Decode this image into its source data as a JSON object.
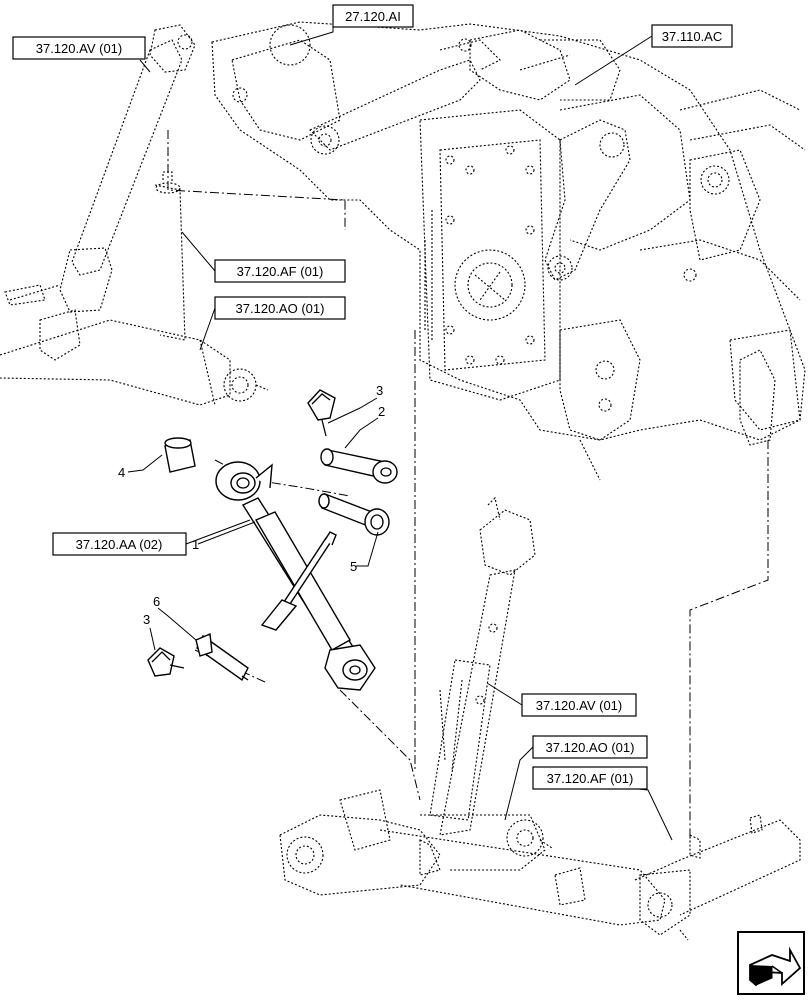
{
  "references": {
    "av_top": "37.120.AV (01)",
    "ai": "27.120.AI",
    "ac": "37.110.AC",
    "af_left": "37.120.AF (01)",
    "ao_left": "37.120.AO (01)",
    "aa": "37.120.AA (02)",
    "av_right": "37.120.AV (01)",
    "ao_right": "37.120.AO (01)",
    "af_right": "37.120.AF (01)"
  },
  "item_numbers": {
    "n1": "1",
    "n2": "2",
    "n3a": "3",
    "n3b": "3",
    "n4": "4",
    "n5": "5",
    "n6": "6"
  },
  "nav_icon": "next-page-arrow-icon"
}
